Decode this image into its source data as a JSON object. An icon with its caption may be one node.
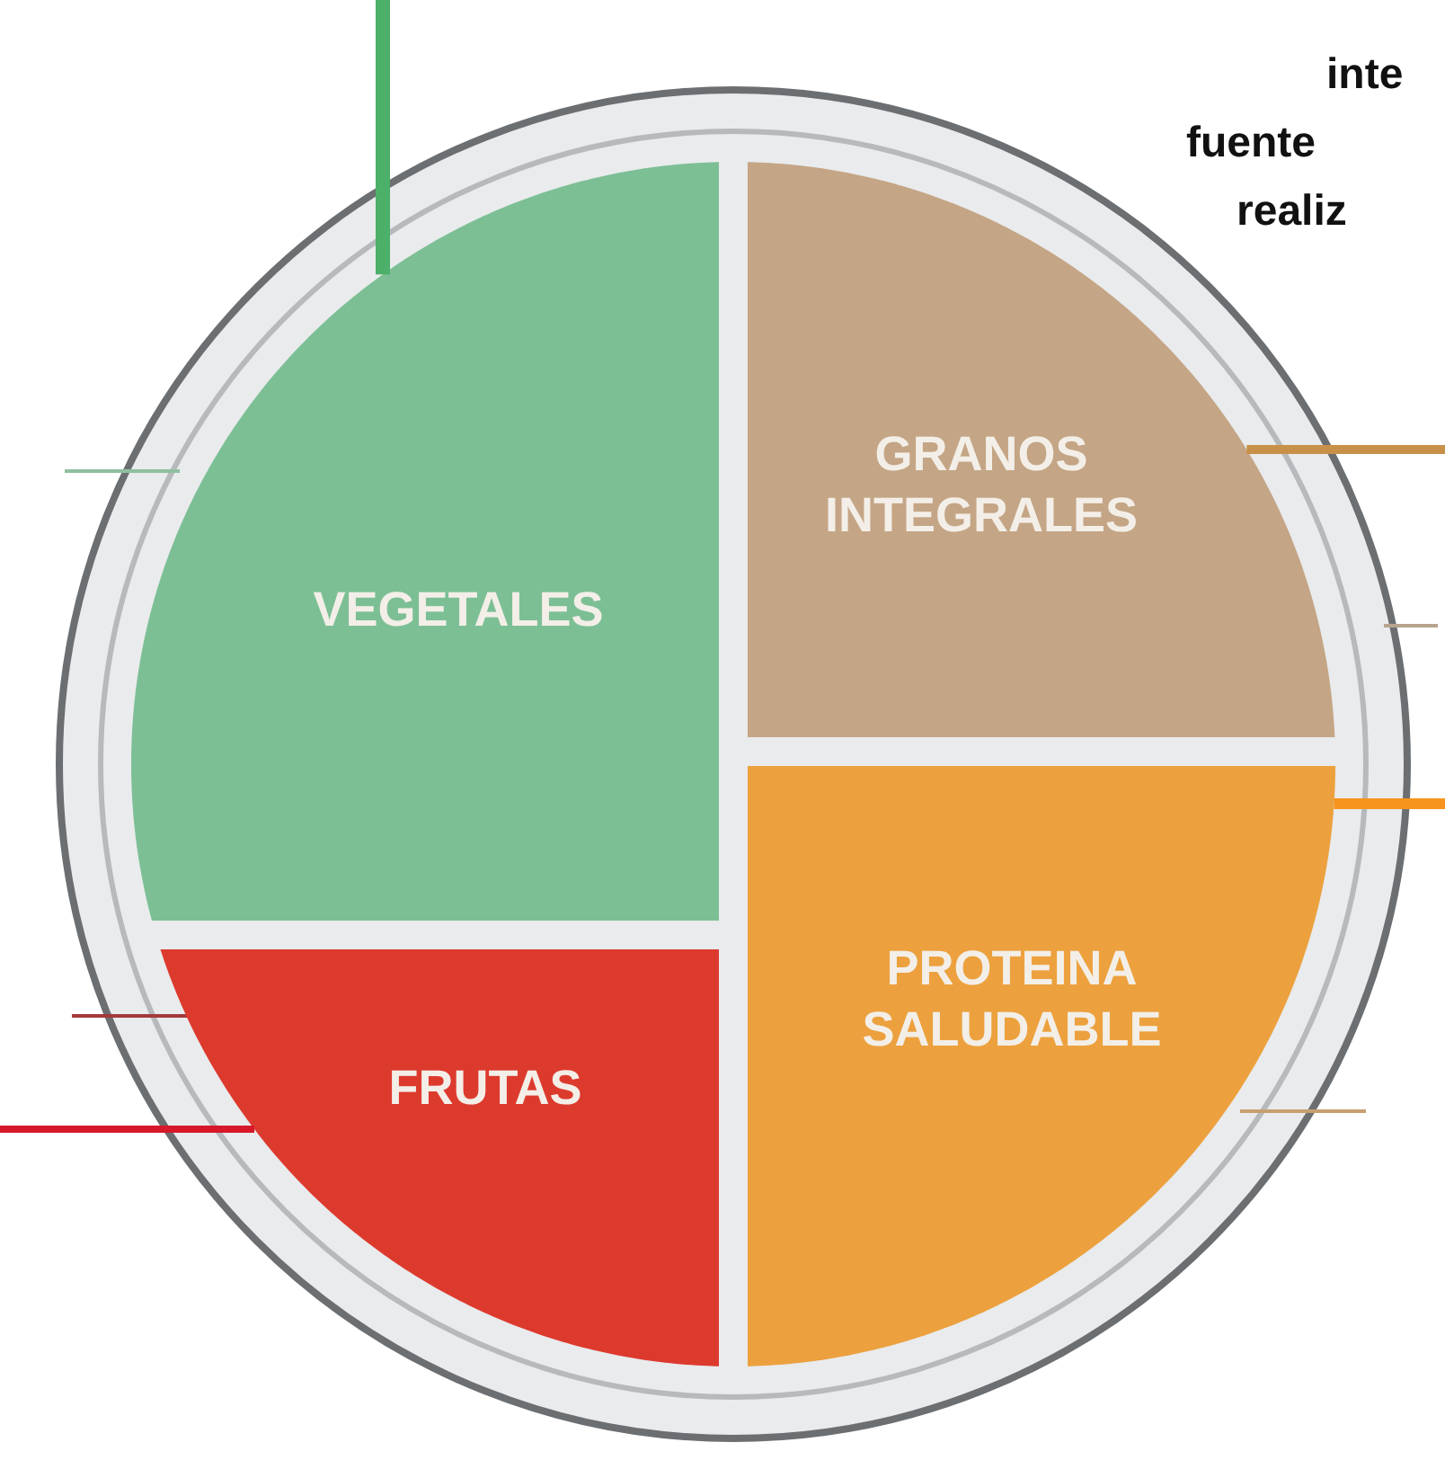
{
  "diagram": {
    "nodes": [
      {
        "text": [
          "VEGETALES"
        ]
      },
      {
        "text": [
          "GRANOS INTEGRALES"
        ]
      },
      {
        "text": [
          "PROTEINA SALUDABLE"
        ]
      },
      {
        "text": [
          "FRUTAS"
        ]
      }
    ],
    "edges": [
      {
        "from": null,
        "to": 0,
        "arrow": "none",
        "color": "#4caf6a"
      },
      {
        "from": 1,
        "to": null,
        "arrow": "none",
        "color": "#c8914a"
      },
      {
        "from": 2,
        "to": null,
        "arrow": "none",
        "color": "#f7941d"
      },
      {
        "from": 3,
        "to": null,
        "arrow": "none",
        "color": "#d7182a"
      }
    ],
    "labels": [
      "inte",
      "fuente",
      "realiz"
    ]
  }
}
